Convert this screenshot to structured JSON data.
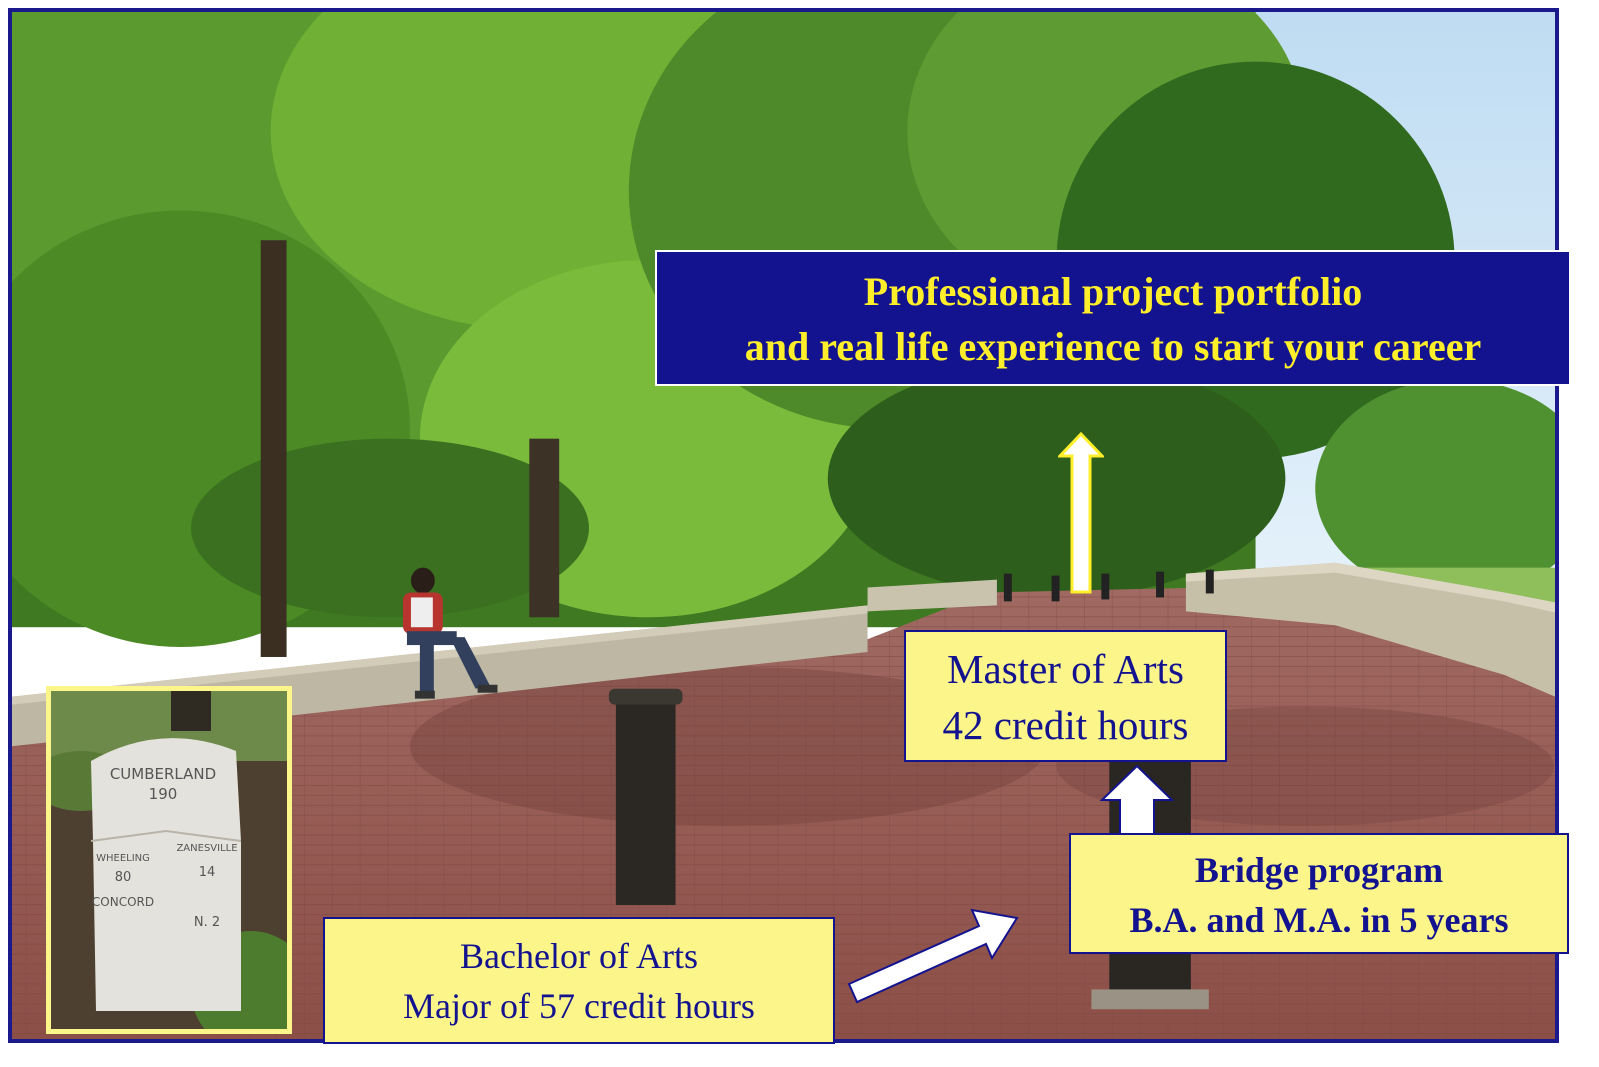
{
  "portfolio_box": {
    "line1": "Professional project portfolio",
    "line2": "and real life experience to start your career"
  },
  "master_box": {
    "line1": "Master of Arts",
    "line2": "42 credit hours"
  },
  "bridge_box": {
    "line1": "Bridge program",
    "line2": "B.A. and M.A. in 5 years"
  },
  "bachelor_box": {
    "line1": "Bachelor of Arts",
    "line2": "Major of 57 credit hours"
  },
  "milestone": {
    "line1": "CUMBERLAND",
    "line2": "190",
    "left_town": "WHEELING",
    "left_miles": "80",
    "right_town": "ZANESVILLE",
    "right_miles": "14",
    "bottom_town": "CONCORD",
    "bottom_no": "N. 2"
  },
  "colors": {
    "frame": "#1a1a8c",
    "navy": "#13138f",
    "yellow_text": "#ffef2b",
    "pale_yellow": "#fbf58a"
  }
}
